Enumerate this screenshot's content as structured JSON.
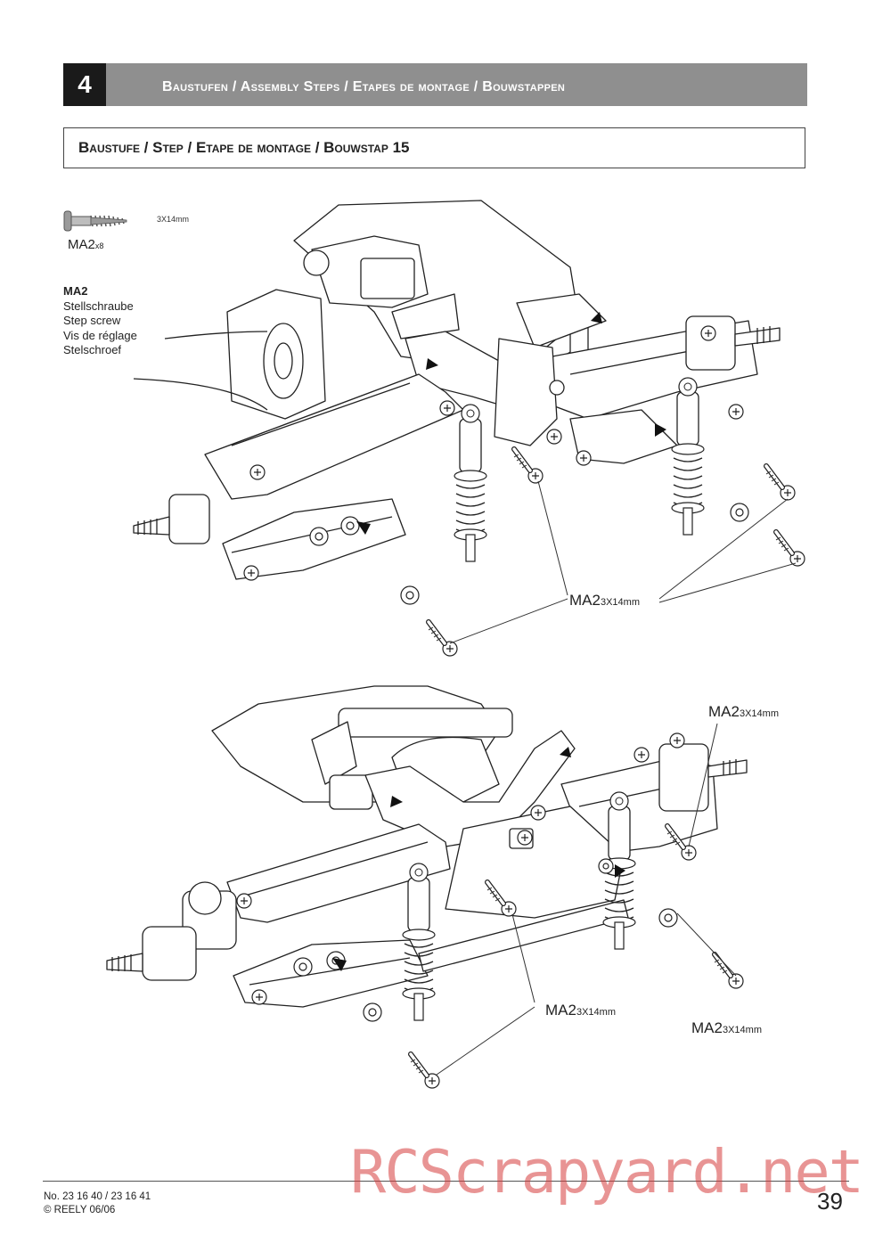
{
  "header": {
    "chapter_number": "4",
    "title": "Baustufen / Assembly Steps / Etapes de montage / Bouwstappen"
  },
  "step": {
    "title": "Baustufe / Step / Etape de montage / Bouwstap 15"
  },
  "parts": {
    "size_label": "3X14mm",
    "qty_code": "MA2",
    "qty_count": "x8",
    "icon": "step-screw-icon"
  },
  "legend": {
    "code": "MA2",
    "lines": [
      "Stellschraube",
      "Step screw",
      "Vis de réglage",
      "Stelschroef"
    ]
  },
  "callouts": [
    {
      "code": "MA2",
      "size": "3X14mm"
    },
    {
      "code": "MA2",
      "size": "3X14mm"
    },
    {
      "code": "MA2",
      "size": "3X14mm"
    },
    {
      "code": "MA2",
      "size": "3X14mm"
    }
  ],
  "footer": {
    "ref_line1": "No. 23 16 40 / 23 16 41",
    "ref_line2": "© REELY 06/06",
    "page_number": "39"
  },
  "watermark": "RCScrapyard.net",
  "colors": {
    "header_bar": "#8f8f8f",
    "chapter_box": "#1a1a1a",
    "watermark": "#d63c3c"
  }
}
